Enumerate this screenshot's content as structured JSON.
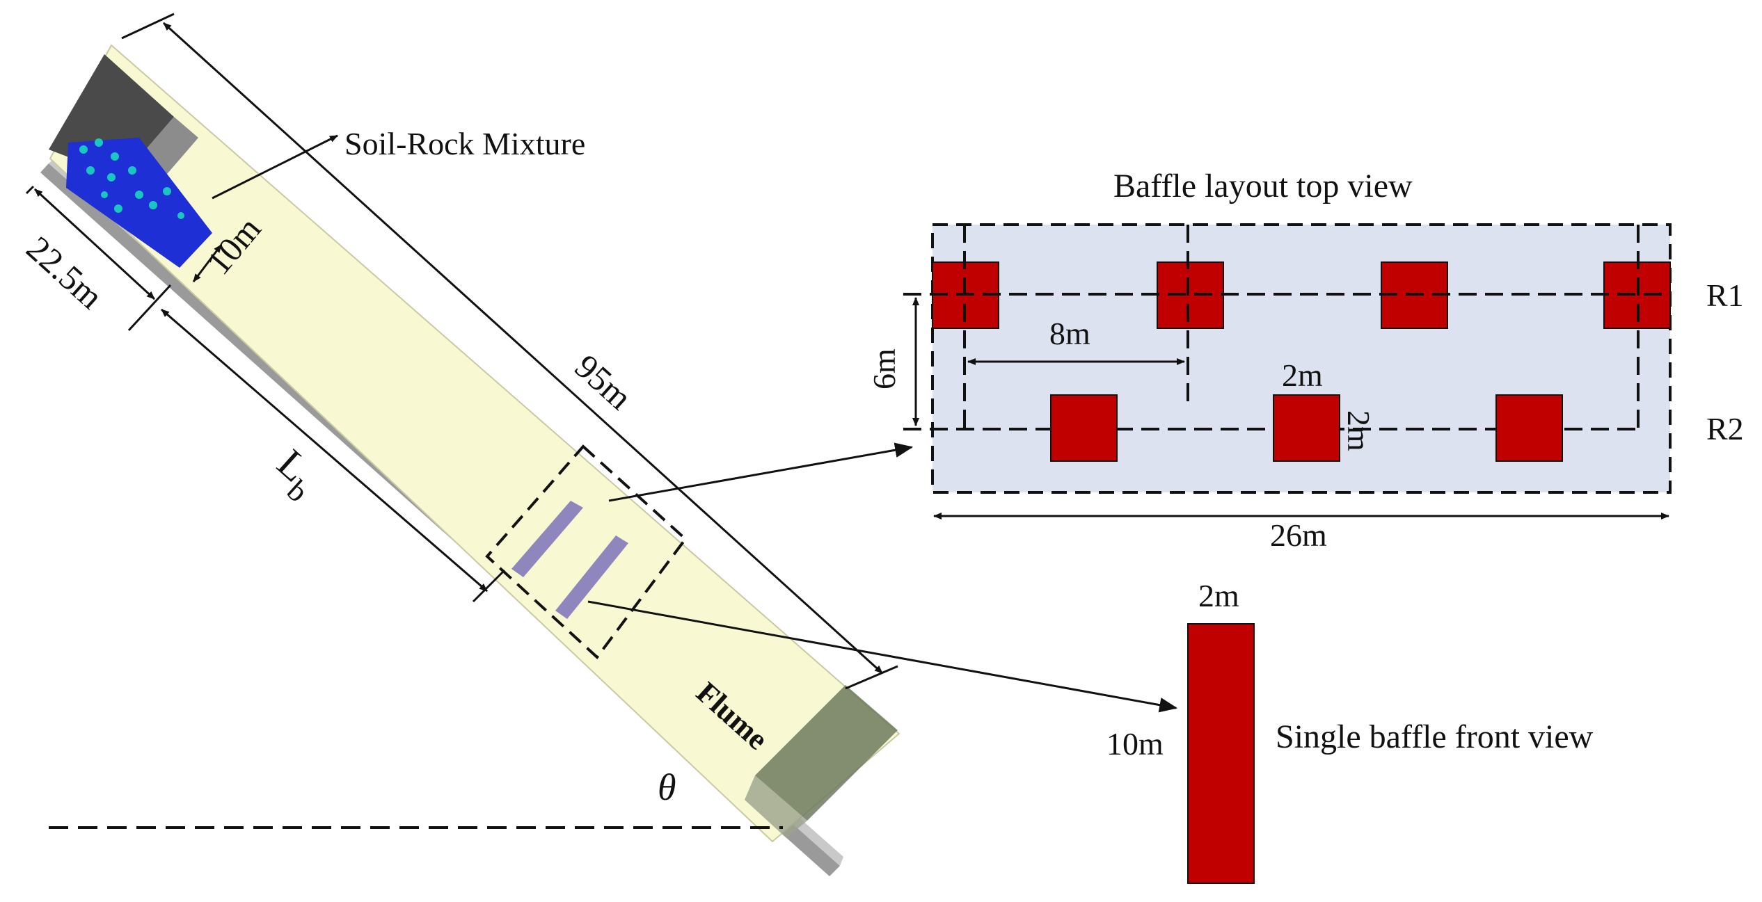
{
  "labels": {
    "soil_rock_mixture": "Soil-Rock Mixture",
    "dim_22_5": "22.5m",
    "dim_10_gate": "10m",
    "dim_95": "95m",
    "dim_lb_main": "L",
    "dim_lb_sub": "b",
    "flume": "Flume",
    "theta": "θ",
    "top_view_title": "Baffle layout top view",
    "row1": "R1",
    "row2": "R2",
    "dim_8": "8m",
    "dim_6": "6m",
    "dim_2_width": "2m",
    "dim_2_depth": "2m",
    "dim_26": "26m",
    "front_dim_2": "2m",
    "front_dim_10": "10m",
    "front_view_title": "Single baffle front view"
  },
  "colors": {
    "flume_fill": "#f8f8d2",
    "flume_rail": "#a8a8a8",
    "gate_dark": "#4a4a4a",
    "gate_light": "#8c8c8c",
    "end_wall": "#5e6a4e",
    "material": "#1f2fd6",
    "particles": "#19c7c0",
    "baffle_3d": "#8f86bd",
    "top_view_bg": "#dde2f0",
    "baffle_red": "#c00000",
    "line": "#111111"
  }
}
